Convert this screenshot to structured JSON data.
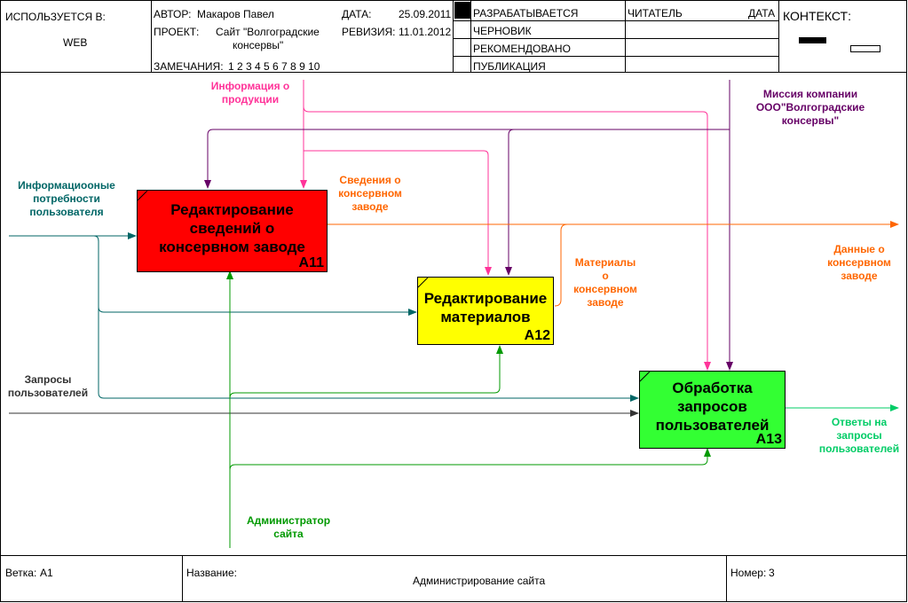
{
  "header": {
    "used_in_label": "ИСПОЛЬЗУЕТСЯ В:",
    "used_in_value": "WEB",
    "author_label": "АВТОР:",
    "author_value": "Макаров Павел",
    "project_label": "ПРОЕКТ:",
    "project_value_line1": "Сайт \"Волгоградские",
    "project_value_line2": "консервы\"",
    "date_label": "ДАТА:",
    "date_value": "25.09.2011",
    "revision_label": "РЕВИЗИЯ:",
    "revision_value": "11.01.2012",
    "notes_label": "ЗАМЕЧАНИЯ:",
    "notes_value": "1 2 3 4 5 6 7 8 9 10",
    "status": [
      "РАЗРАБАТЫВАЕТСЯ",
      "ЧЕРНОВИК",
      "РЕКОМЕНДОВАНО",
      "ПУБЛИКАЦИЯ"
    ],
    "reader_label": "ЧИТАТЕЛЬ",
    "reader_date_label": "ДАТА",
    "context_label": "КОНТЕКСТ:"
  },
  "boxes": {
    "a11": {
      "title_line1": "Редактирование",
      "title_line2": "сведений о",
      "title_line3": "консервном заводе",
      "number": "A11",
      "color": "#ff0000"
    },
    "a12": {
      "title_line1": "Редактирование",
      "title_line2": "материалов",
      "number": "A12",
      "color": "#ffff00"
    },
    "a13": {
      "title_line1": "Обработка",
      "title_line2": "запросов",
      "title_line3": "пользователей",
      "number": "A13",
      "color": "#33ff33"
    }
  },
  "arrows": {
    "info_products": {
      "line1": "Информация о",
      "line2": "продукции",
      "color": "#ff3399"
    },
    "mission": {
      "line1": "Миссия компании",
      "line2": "ООО\"Волгоградские",
      "line3": "консервы\"",
      "color": "#660066"
    },
    "info_needs": {
      "line1": "Информациооные",
      "line2": "потребности",
      "line3": "пользователя",
      "color": "#006666"
    },
    "plant_info": {
      "line1": "Сведения о",
      "line2": "консервном",
      "line3": "заводе",
      "color": "#ff6600"
    },
    "plant_data": {
      "line1": "Данные о",
      "line2": "консервном",
      "line3": "заводе",
      "color": "#ff6600"
    },
    "materials": {
      "line1": "Материалы",
      "line2": "о",
      "line3": "консервном",
      "line4": "заводе",
      "color": "#ff6600"
    },
    "user_requests": {
      "line1": "Запросы",
      "line2": "пользователей",
      "color": "#333333"
    },
    "answers": {
      "line1": "Ответы на",
      "line2": "запросы",
      "line3": "пользователей",
      "color": "#00cc66"
    },
    "admin": {
      "line1": "Администратор",
      "line2": "сайта",
      "color": "#009900"
    }
  },
  "footer": {
    "branch_label": "Ветка:",
    "branch_value": "A1",
    "name_label": "Название:",
    "name_value": "Администрирование сайта",
    "number_label": "Номер:",
    "number_value": "3"
  }
}
